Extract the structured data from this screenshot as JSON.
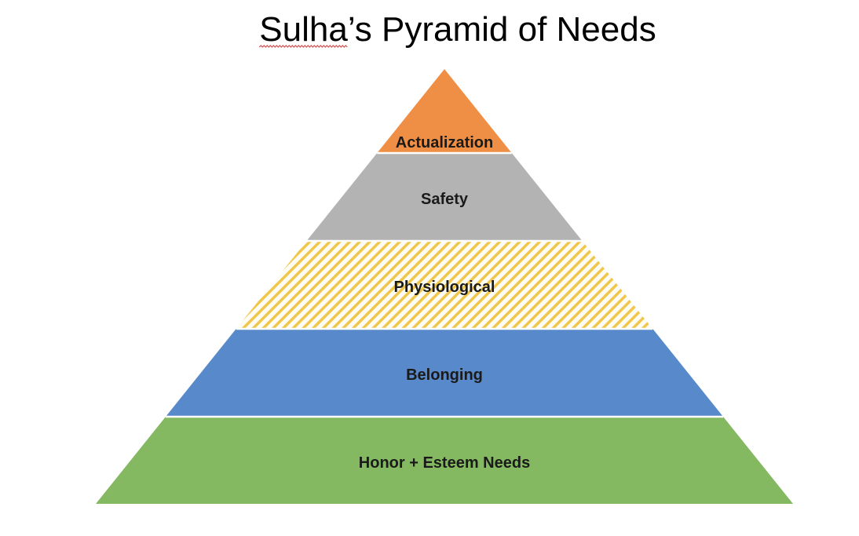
{
  "title": {
    "prefix": "Sulha",
    "suffix": "’s Pyramid of Needs",
    "spellcheck_color": "#d94a4a"
  },
  "tiers": [
    {
      "label": "Actualization",
      "fill": "#ef8f45",
      "pattern": "solid"
    },
    {
      "label": "Safety",
      "fill": "#b3b3b3",
      "pattern": "solid"
    },
    {
      "label": "Physiological",
      "fill": "#f0c64b",
      "pattern": "diagonal-stripes"
    },
    {
      "label": "Belonging",
      "fill": "#588acb",
      "pattern": "solid"
    },
    {
      "label": "Honor + Esteem Needs",
      "fill": "#84b861",
      "pattern": "solid"
    }
  ],
  "divider_color": "#ffffff"
}
